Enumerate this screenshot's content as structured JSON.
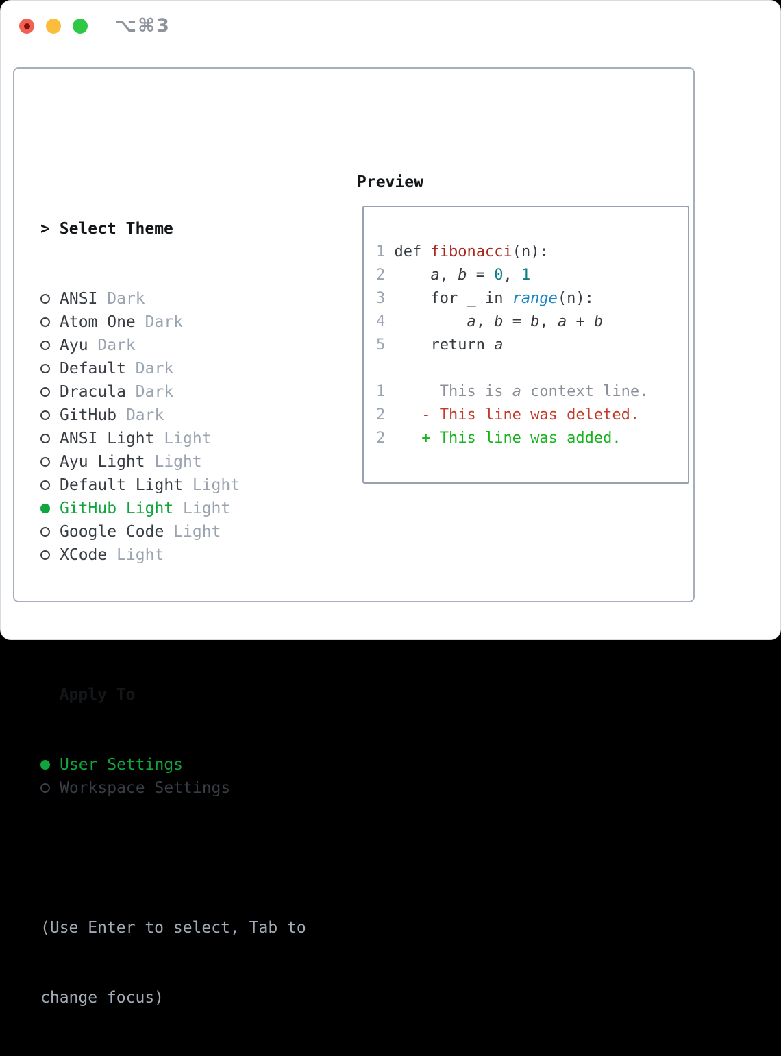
{
  "window": {
    "title": "⌥⌘3",
    "traffic_lights": [
      {
        "name": "close",
        "color": "#f25f53",
        "dot": "#7d1509"
      },
      {
        "name": "minimize",
        "color": "#fcbd3c",
        "dot": ""
      },
      {
        "name": "zoom",
        "color": "#2fc845",
        "dot": ""
      }
    ]
  },
  "theme_panel": {
    "header": {
      "prompt": ">",
      "label": "Select Theme"
    },
    "items": [
      {
        "name": "ANSI",
        "variant": "Dark",
        "selected": false
      },
      {
        "name": "Atom One",
        "variant": "Dark",
        "selected": false
      },
      {
        "name": "Ayu",
        "variant": "Dark",
        "selected": false
      },
      {
        "name": "Default",
        "variant": "Dark",
        "selected": false
      },
      {
        "name": "Dracula",
        "variant": "Dark",
        "selected": false
      },
      {
        "name": "GitHub",
        "variant": "Dark",
        "selected": false
      },
      {
        "name": "ANSI Light",
        "variant": "Light",
        "selected": false
      },
      {
        "name": "Ayu Light",
        "variant": "Light",
        "selected": false
      },
      {
        "name": "Default Light",
        "variant": "Light",
        "selected": false
      },
      {
        "name": "GitHub Light",
        "variant": "Light",
        "selected": true
      },
      {
        "name": "Google Code",
        "variant": "Light",
        "selected": false
      },
      {
        "name": "XCode",
        "variant": "Light",
        "selected": false
      }
    ],
    "apply_to": {
      "label": "Apply To",
      "options": [
        {
          "label": "User Settings",
          "selected": true
        },
        {
          "label": "Workspace Settings",
          "selected": false
        }
      ]
    },
    "help_lines": [
      "(Use Enter to select, Tab to",
      "change focus)"
    ]
  },
  "preview": {
    "label": "Preview",
    "code_lines": [
      {
        "num": "1",
        "segments": [
          [
            "def ",
            "code"
          ],
          [
            "fibonacci",
            "func"
          ],
          [
            "(n):",
            "code"
          ]
        ]
      },
      {
        "num": "2",
        "segments": [
          [
            "    ",
            "code"
          ],
          [
            "a",
            "var"
          ],
          [
            ", ",
            "code"
          ],
          [
            "b",
            "var"
          ],
          [
            " = ",
            "code"
          ],
          [
            "0",
            "num"
          ],
          [
            ", ",
            "code"
          ],
          [
            "1",
            "num"
          ]
        ]
      },
      {
        "num": "3",
        "segments": [
          [
            "    for _ in ",
            "code"
          ],
          [
            "range",
            "builtin"
          ],
          [
            "(n):",
            "code"
          ]
        ]
      },
      {
        "num": "4",
        "segments": [
          [
            "        ",
            "code"
          ],
          [
            "a",
            "var"
          ],
          [
            ", ",
            "code"
          ],
          [
            "b",
            "var"
          ],
          [
            " = ",
            "code"
          ],
          [
            "b",
            "var"
          ],
          [
            ", ",
            "code"
          ],
          [
            "a",
            "var"
          ],
          [
            " + ",
            "code"
          ],
          [
            "b",
            "var"
          ]
        ]
      },
      {
        "num": "5",
        "segments": [
          [
            "    return ",
            "code"
          ],
          [
            "a",
            "var"
          ]
        ]
      }
    ],
    "diff_lines": [
      {
        "num": "1",
        "segments": [
          [
            "     This is ",
            "ctx"
          ],
          [
            "a",
            "ctxvar"
          ],
          [
            " context line.",
            "ctx"
          ]
        ]
      },
      {
        "num": "2",
        "segments": [
          [
            "   - This line was deleted.",
            "del"
          ]
        ]
      },
      {
        "num": "2",
        "segments": [
          [
            "   + This line was added.",
            "add"
          ]
        ]
      }
    ]
  },
  "colors": {
    "selection_green": "#11a53e",
    "added_green": "#17b41d",
    "deleted_red": "#c33a29",
    "function_red": "#a8281c",
    "number_teal": "#0f7d85",
    "builtin_blue": "#1b86c5",
    "muted_gray": "#9aa4b1",
    "context_gray": "#8a9097",
    "panel_border": "#a5aeba"
  }
}
